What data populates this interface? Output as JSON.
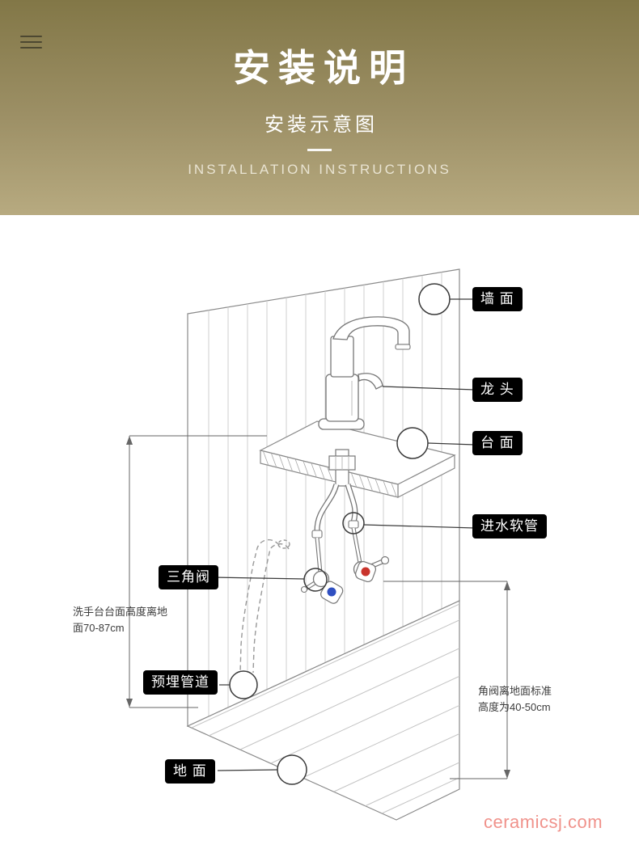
{
  "header": {
    "title": "安装说明",
    "subtitle": "安装示意图",
    "english_caption": "INSTALLATION  INSTRUCTIONS"
  },
  "diagram": {
    "callouts": {
      "wall": "墙 面",
      "faucet": "龙 头",
      "countertop": "台 面",
      "inlet_hose": "进水软管",
      "angle_valve": "三角阀",
      "embedded_pipe": "预埋管道",
      "floor": "地 面"
    },
    "dimensions": {
      "left": {
        "line1": "洗手台台面高度离地",
        "line2": "面70-87cm"
      },
      "right": {
        "line1": "角阀离地面标准",
        "line2": "高度为40-50cm"
      }
    },
    "colors": {
      "hot_indicator": "#c9342c",
      "cold_indicator": "#2f4fc1"
    }
  },
  "watermark": "ceramicsj.com"
}
